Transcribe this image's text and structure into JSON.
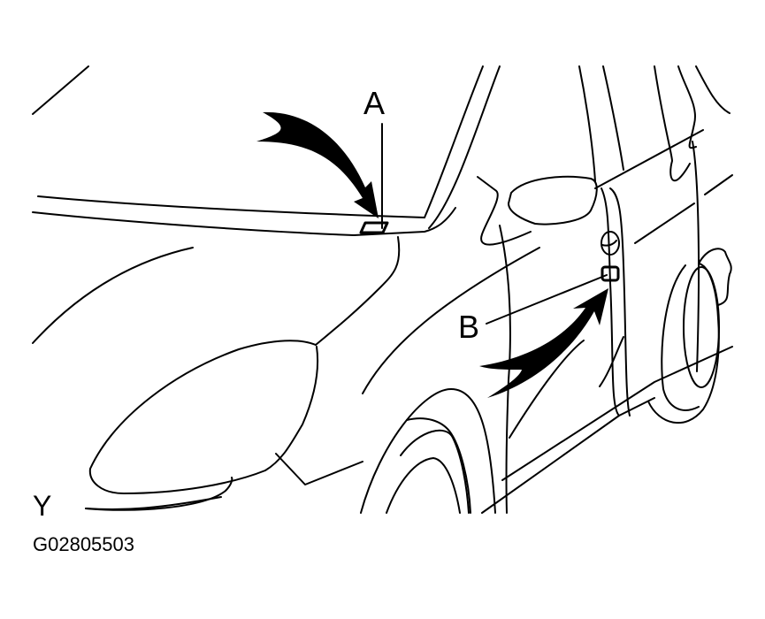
{
  "diagram": {
    "subject": "vehicle front fender and front door line illustration",
    "callouts": [
      {
        "id": "A",
        "label": "A",
        "target": "cowl-top-label-location"
      },
      {
        "id": "B",
        "label": "B",
        "target": "door-pillar-label-location"
      }
    ],
    "view_marker": "Y",
    "figure_id": "G02805503",
    "colors": {
      "line": "#000000",
      "background": "#ffffff"
    }
  }
}
